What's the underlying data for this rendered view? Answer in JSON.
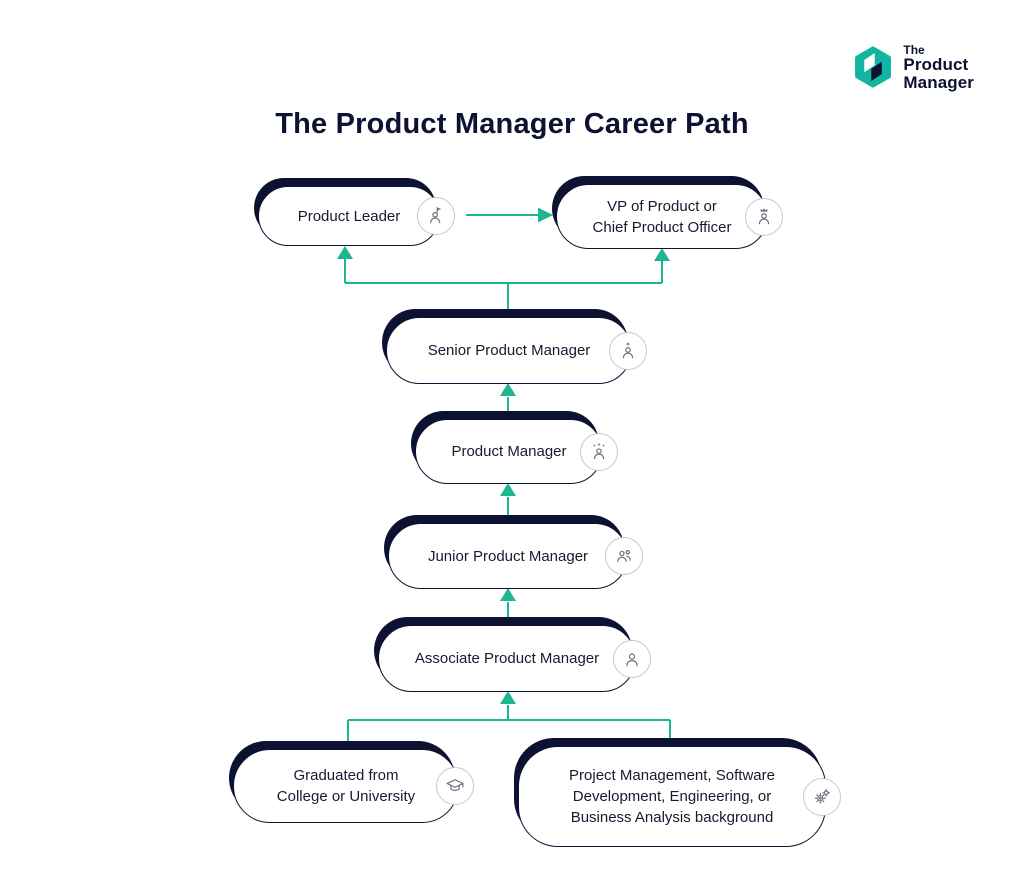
{
  "page": {
    "title": "The Product Manager Career Path"
  },
  "logo": {
    "line1": "The",
    "line2": "Product",
    "line3": "Manager"
  },
  "colors": {
    "arrow_teal": "#1db592",
    "logo_teal": "#12b5a2",
    "navy": "#0d1232"
  },
  "nodes": {
    "product_leader": {
      "label": "Product Leader",
      "icon": "flag-person-icon"
    },
    "vp": {
      "label": "VP of Product or\nChief Product Officer",
      "icon": "crown-person-icon"
    },
    "senior": {
      "label": "Senior Product Manager",
      "icon": "star-person-icon"
    },
    "pm": {
      "label": "Product Manager",
      "icon": "three-star-person-icon"
    },
    "junior": {
      "label": "Junior Product Manager",
      "icon": "group-person-icon"
    },
    "associate": {
      "label": "Associate Product Manager",
      "icon": "person-icon"
    },
    "graduated": {
      "label": "Graduated from\nCollege or University",
      "icon": "graduation-cap-icon"
    },
    "background": {
      "label": "Project Management, Software\nDevelopment, Engineering, or\nBusiness Analysis background",
      "icon": "gears-icon"
    }
  }
}
